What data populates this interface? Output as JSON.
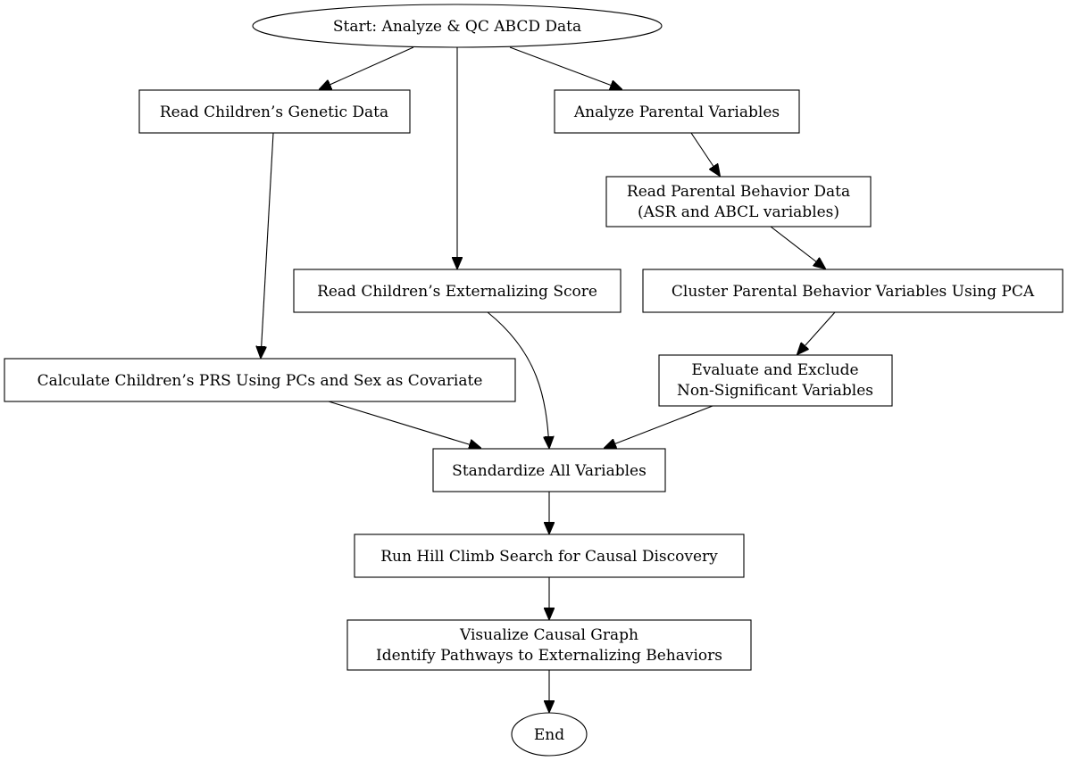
{
  "nodes": {
    "start": {
      "lines": [
        "Start: Analyze & QC ABCD Data"
      ]
    },
    "read_genetic": {
      "lines": [
        "Read Children’s Genetic Data"
      ]
    },
    "analyze_parental": {
      "lines": [
        "Analyze Parental Variables"
      ]
    },
    "read_parental_behavior": {
      "lines": [
        "Read Parental Behavior Data",
        "(ASR and ABCL variables)"
      ]
    },
    "read_externalizing": {
      "lines": [
        "Read Children’s Externalizing Score"
      ]
    },
    "cluster_pca": {
      "lines": [
        "Cluster Parental Behavior Variables Using PCA"
      ]
    },
    "calc_prs": {
      "lines": [
        "Calculate Children’s PRS Using PCs and Sex as Covariate"
      ]
    },
    "evaluate_exclude": {
      "lines": [
        "Evaluate and Exclude",
        "Non-Significant Variables"
      ]
    },
    "standardize": {
      "lines": [
        "Standardize All Variables"
      ]
    },
    "hill_climb": {
      "lines": [
        "Run Hill Climb Search for Causal Discovery"
      ]
    },
    "visualize": {
      "lines": [
        "Visualize Causal Graph",
        "Identify Pathways to Externalizing Behaviors"
      ]
    },
    "end": {
      "lines": [
        "End"
      ]
    }
  }
}
